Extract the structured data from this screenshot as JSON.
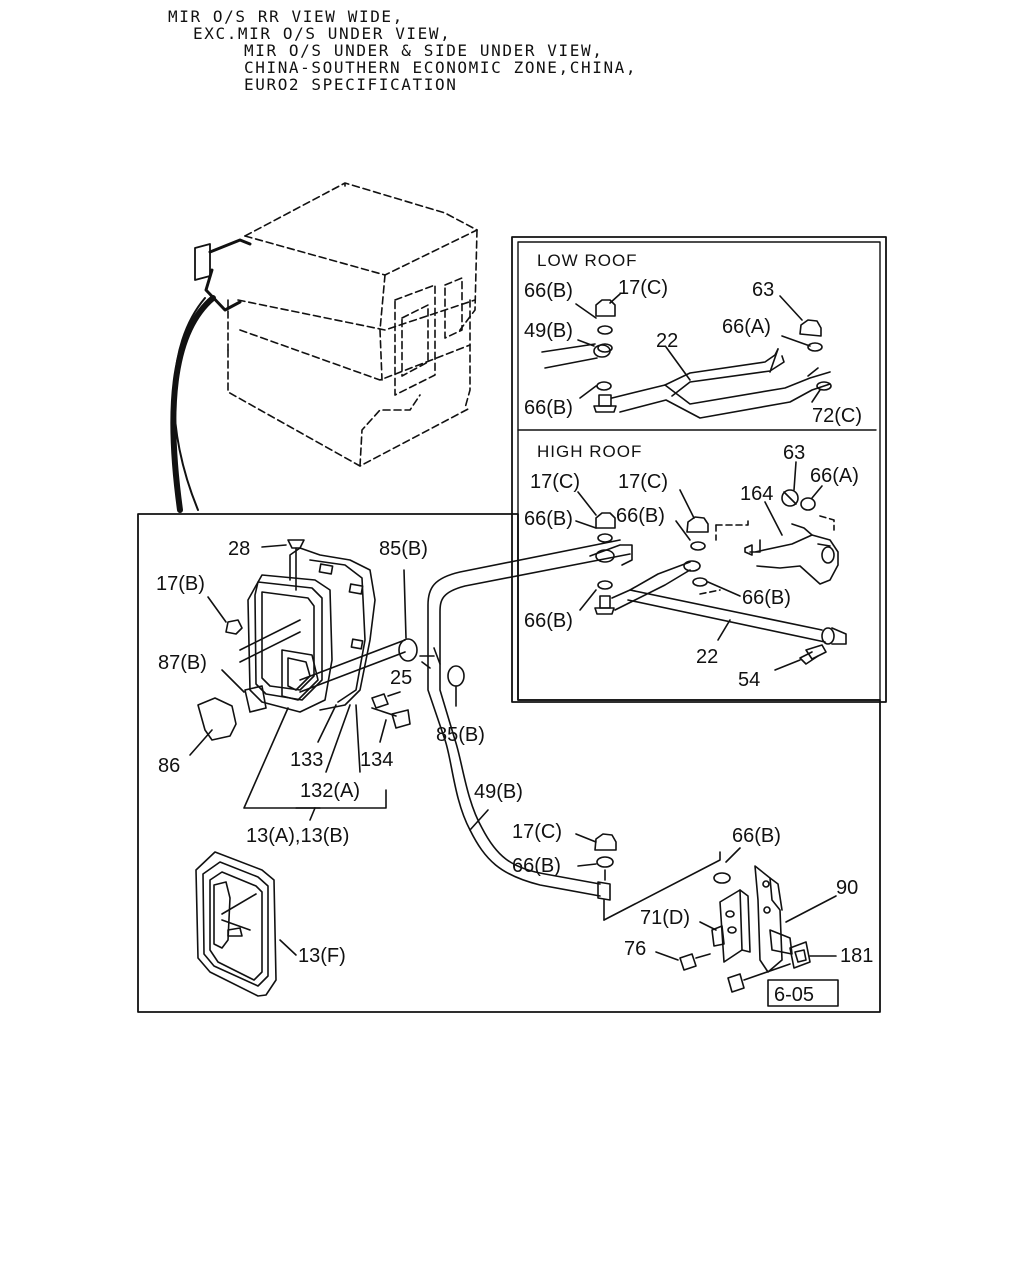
{
  "header": {
    "line1": "MIR O/S RR VIEW WIDE,",
    "line2": "EXC.MIR O/S UNDER VIEW,",
    "line3": "MIR O/S UNDER & SIDE UNDER VIEW,",
    "line4": "CHINA-SOUTHERN ECONOMIC ZONE,CHINA,",
    "line5": "EURO2 SPECIFICATION"
  },
  "sections": {
    "low_roof": "LOW ROOF",
    "high_roof": "HIGH ROOF"
  },
  "ref_box": "6-05",
  "labels": {
    "lr_66b_top": "66(B)",
    "lr_17c": "17(C)",
    "lr_63": "63",
    "lr_49b": "49(B)",
    "lr_22": "22",
    "lr_66a": "66(A)",
    "lr_66b_bot": "66(B)",
    "lr_72c": "72(C)",
    "hr_63": "63",
    "hr_66a": "66(A)",
    "hr_17c_1": "17(C)",
    "hr_17c_2": "17(C)",
    "hr_164": "164",
    "hr_66b_1": "66(B)",
    "hr_66b_2": "66(B)",
    "hr_66b_3": "66(B)",
    "hr_66b_4": "66(B)",
    "hr_22": "22",
    "hr_54": "54",
    "m_28": "28",
    "m_85b_1": "85(B)",
    "m_17b": "17(B)",
    "m_87b": "87(B)",
    "m_25": "25",
    "m_85b_2": "85(B)",
    "m_86": "86",
    "m_133": "133",
    "m_134": "134",
    "m_132a": "132(A)",
    "m_13ab": "13(A),13(B)",
    "m_49b": "49(B)",
    "m_17c": "17(C)",
    "m_66b_1": "66(B)",
    "m_66b_2": "66(B)",
    "m_90": "90",
    "m_71d": "71(D)",
    "m_76": "76",
    "m_181": "181",
    "m_13f": "13(F)"
  }
}
